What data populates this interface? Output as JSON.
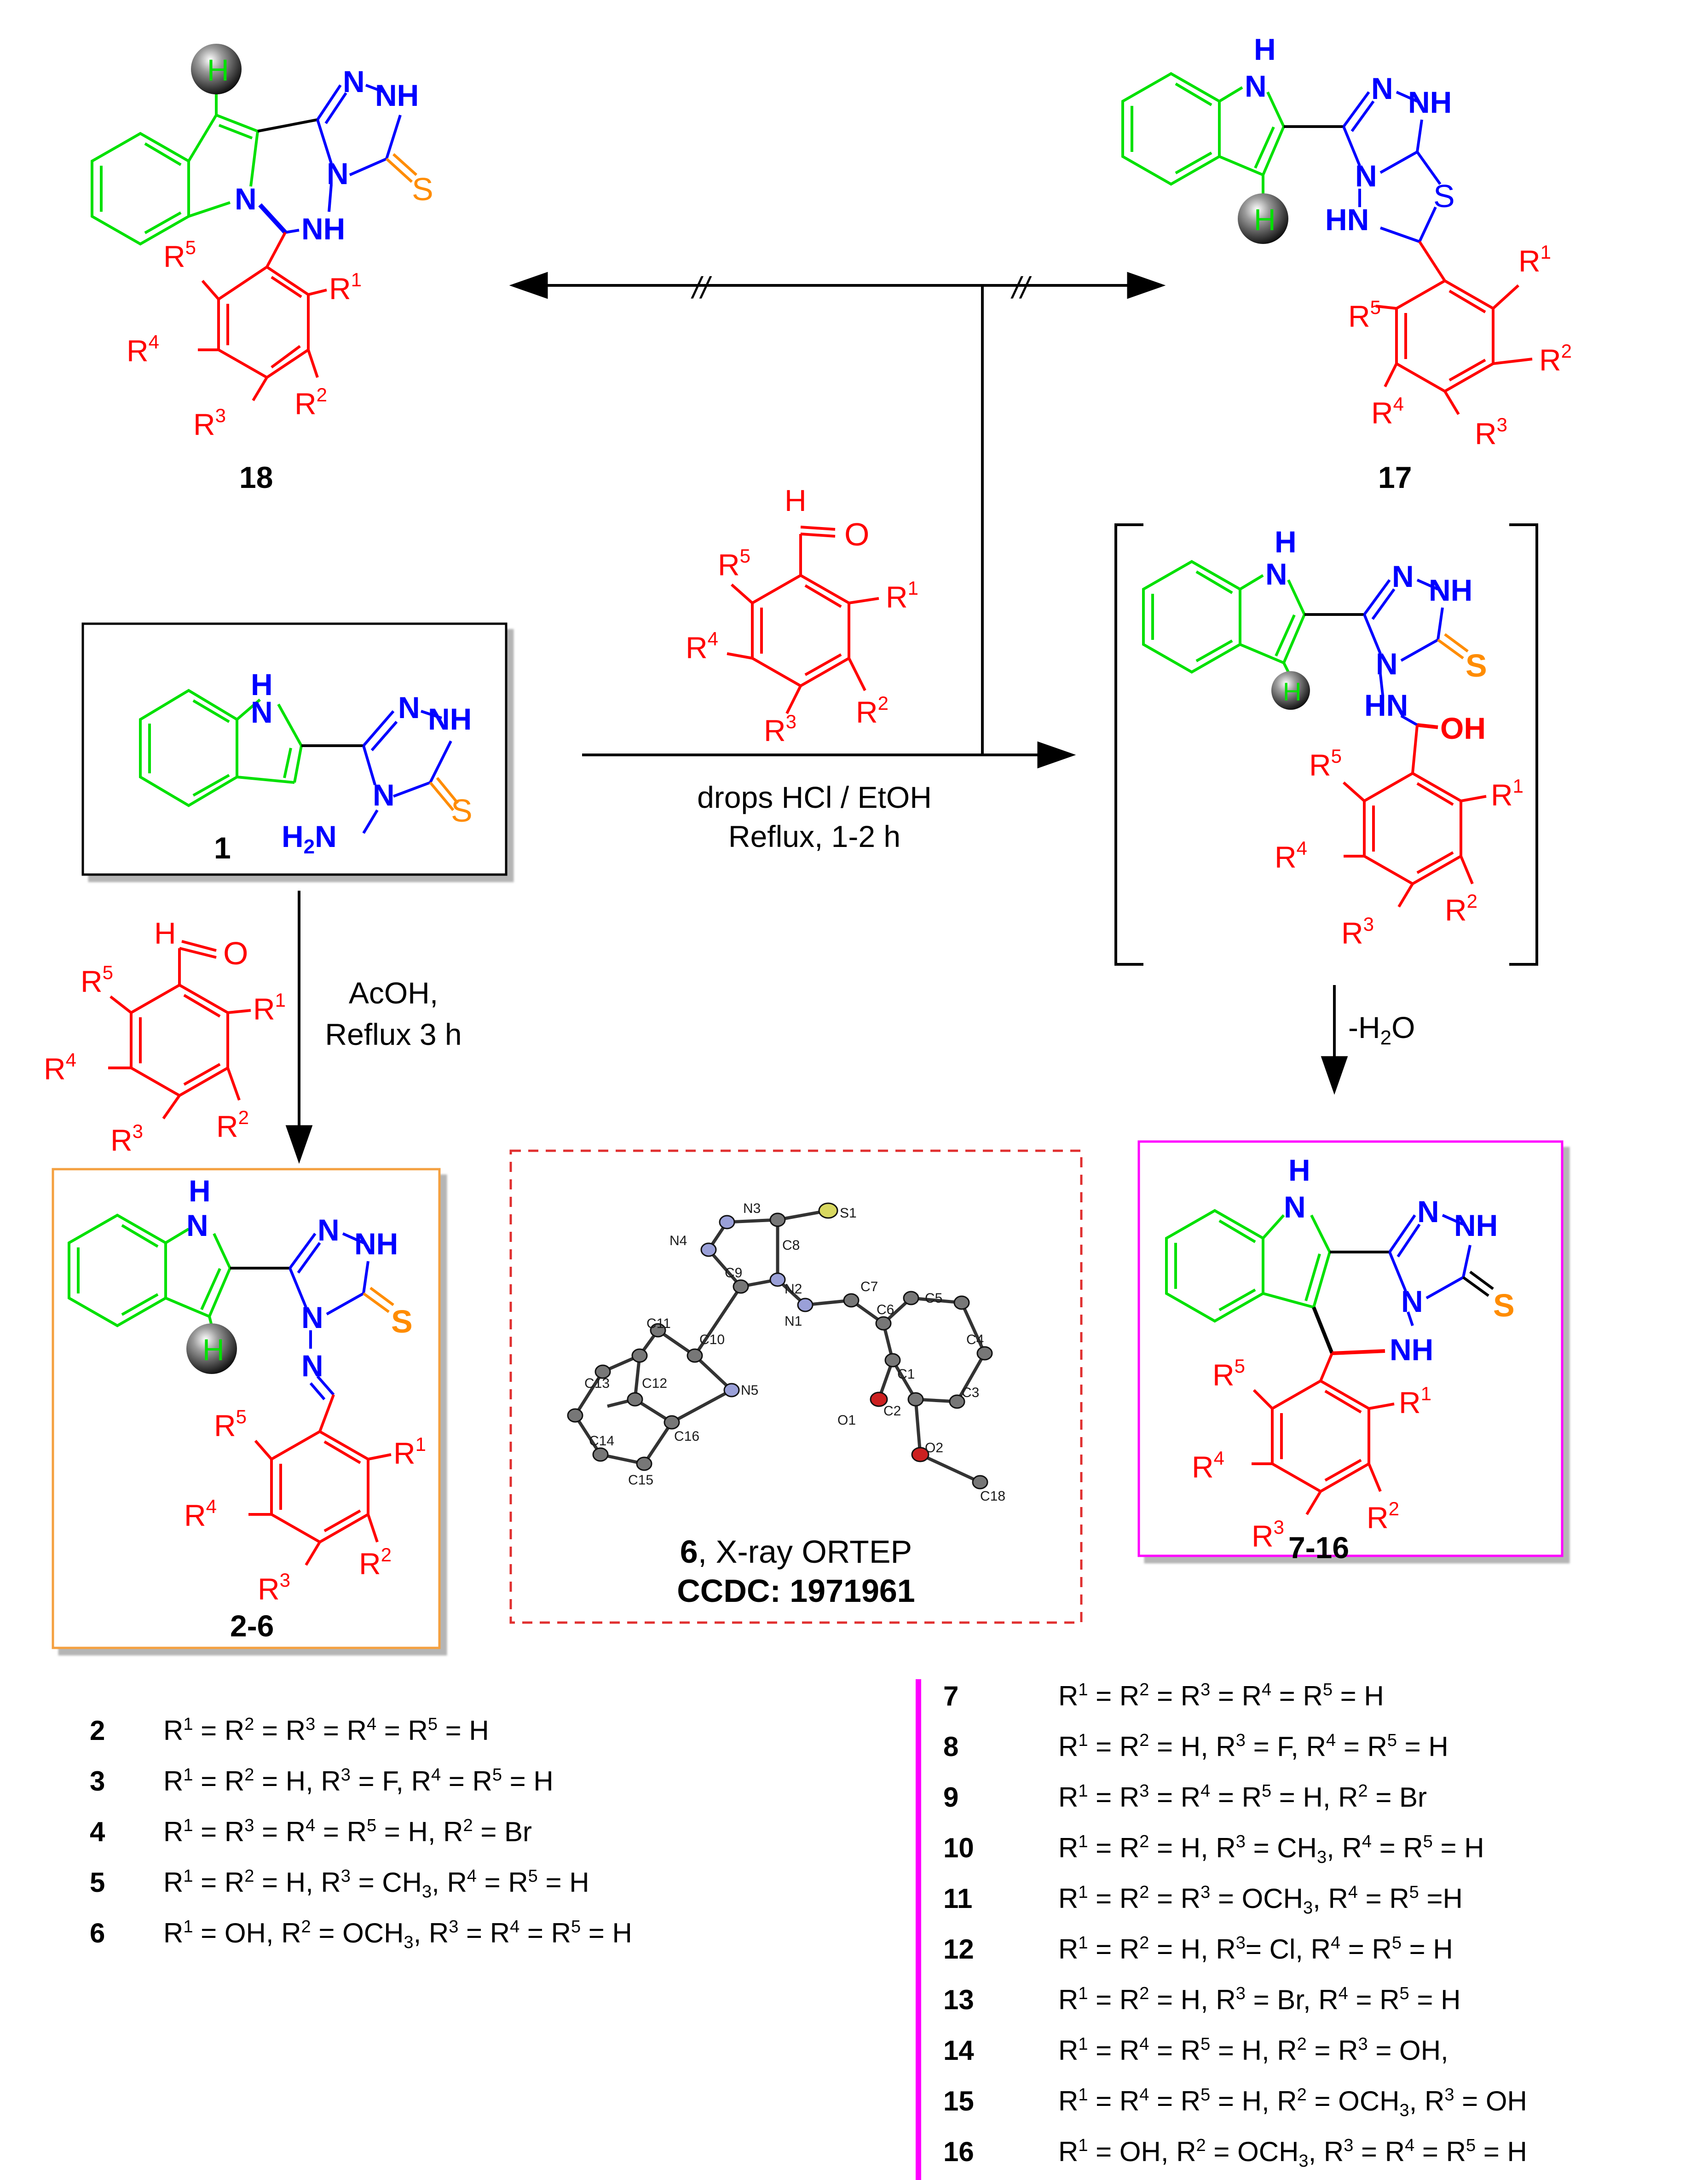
{
  "colors": {
    "indole": "#00e000",
    "triazole": "#0000ff",
    "substituent": "#ff0000",
    "sulfur": "#ff8c00",
    "highlight": "#ff00ff",
    "orange_box": "#f4a040",
    "dashed_box": "#e03030"
  },
  "atoms": {
    "H": "H",
    "N": "N",
    "NH": "NH",
    "HN": "HN",
    "S": "S",
    "O": "O",
    "OH": "OH",
    "H2N_main": "H",
    "H2N_sub": "2",
    "H2N_tail": "N"
  },
  "R_labels": [
    {
      "base": "R",
      "sup": "1"
    },
    {
      "base": "R",
      "sup": "2"
    },
    {
      "base": "R",
      "sup": "3"
    },
    {
      "base": "R",
      "sup": "4"
    },
    {
      "base": "R",
      "sup": "5"
    }
  ],
  "compounds": {
    "c18": "18",
    "c17": "17",
    "c1": "1",
    "c2_6": "2-6",
    "c7_16": "7-16"
  },
  "conditions": {
    "top_line1": "drops HCl / EtOH",
    "top_line2": "Reflux, 1-2 h",
    "left_line1": "AcOH,",
    "left_line2": "Reflux 3 h",
    "water_prefix": "-H",
    "water_sub": "2",
    "water_suffix": "O",
    "blocked_mark": "//"
  },
  "xray": {
    "compound_num": "6",
    "caption": ", X-ray ORTEP",
    "ccdc": "CCDC: 1971961",
    "atom_labels": [
      "S1",
      "N3",
      "N4",
      "C8",
      "C9",
      "N2",
      "C7",
      "C6",
      "C5",
      "C11",
      "C10",
      "N1",
      "C4",
      "C13",
      "C12",
      "N5",
      "C1",
      "C3",
      "O1",
      "C2",
      "C14",
      "C16",
      "O2",
      "C15",
      "C18"
    ]
  },
  "list_left": [
    {
      "num": "2",
      "desc": "R1 = R2 = R3 = R4 = R5 = H"
    },
    {
      "num": "3",
      "desc": "R1 = R2 = H, R3 = F,  R4 = R5 = H"
    },
    {
      "num": "4",
      "desc": "R1 = R3 =  R4 =  R5 = H, R2 = Br"
    },
    {
      "num": "5",
      "desc": "R1 = R2 = H, R3 = CH3, R4 = R5 = H"
    },
    {
      "num": "6",
      "desc": "R1 = OH, R2 = OCH3, R3 =  R4 =  R5 = H"
    }
  ],
  "list_right": [
    {
      "num": "7",
      "desc": "R1 = R2 = R3 = R4 = R5 = H"
    },
    {
      "num": "8",
      "desc": "R1 = R2 = H, R3 = F, R4 = R5 = H"
    },
    {
      "num": "9",
      "desc": "R1 = R3 =  R4 =  R5 = H, R2 = Br"
    },
    {
      "num": "10",
      "desc": "R1 = R2 = H, R3 = CH3, R4 = R5 = H"
    },
    {
      "num": "11",
      "desc": "R1 = R2 = R3 = OCH3, R4 = R5 =H"
    },
    {
      "num": "12",
      "desc": "R1 = R2 = H, R3= Cl, R4 = R5 = H"
    },
    {
      "num": "13",
      "desc": "R1 =  R2 = H, R3 = Br, R4 = R5 = H"
    },
    {
      "num": "14",
      "desc": "R1 = R4 = R5 = H, R2 =  R3 = OH,"
    },
    {
      "num": "15",
      "desc": "R1 = R4 =  R5 = H, R2 = OCH3, R3 = OH"
    },
    {
      "num": "16",
      "desc": "R1 = OH, R2 = OCH3, R3 =  R4 =  R5 = H"
    }
  ]
}
